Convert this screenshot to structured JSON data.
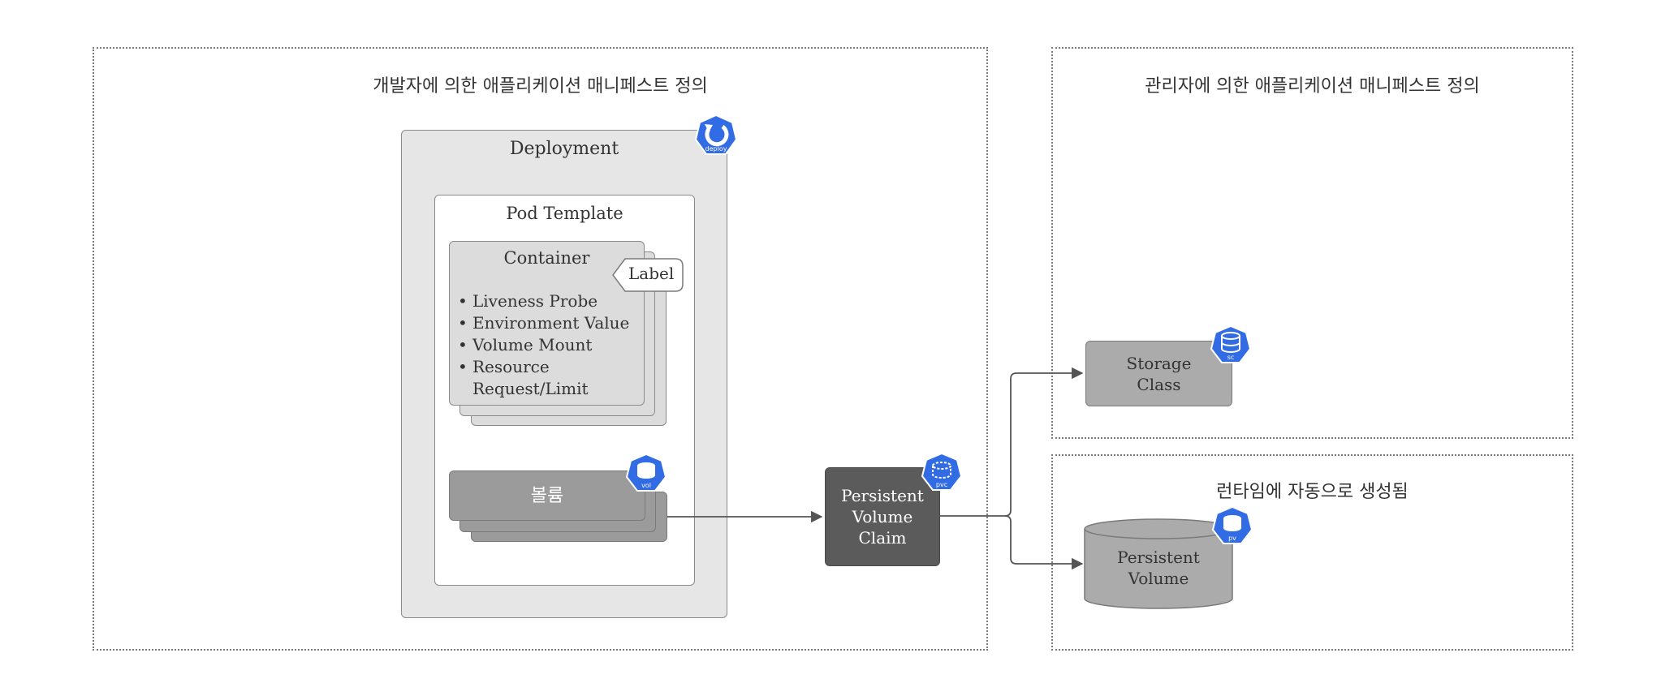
{
  "zones": {
    "developer": {
      "title": "개발자에 의한 애플리케이션 매니페스트 정의"
    },
    "admin": {
      "title": "관리자에 의한 애플리케이션 매니페스트 정의"
    },
    "runtime": {
      "title": "런타임에 자동으로 생성됨"
    }
  },
  "deployment": {
    "title": "Deployment",
    "badge": "deploy"
  },
  "pod_template": {
    "title": "Pod Template"
  },
  "container": {
    "title": "Container",
    "label_tag": "Label",
    "items": [
      "Liveness Probe",
      "Environment Value",
      "Volume Mount",
      "Resource Request/Limit"
    ]
  },
  "volume": {
    "title": "볼륨",
    "badge": "vol"
  },
  "pvc": {
    "lines": [
      "Persistent",
      "Volume",
      "Claim"
    ],
    "badge": "pvc"
  },
  "storage_class": {
    "lines": [
      "Storage",
      "Class"
    ],
    "badge": "sc"
  },
  "pv": {
    "lines": [
      "Persistent",
      "Volume"
    ],
    "badge": "pv"
  },
  "colors": {
    "k8s_blue": "#326ce5",
    "pvc_fill": "#5b5b5b",
    "volume_fill": "#9b9b9b",
    "storage_fill": "#ababab"
  }
}
